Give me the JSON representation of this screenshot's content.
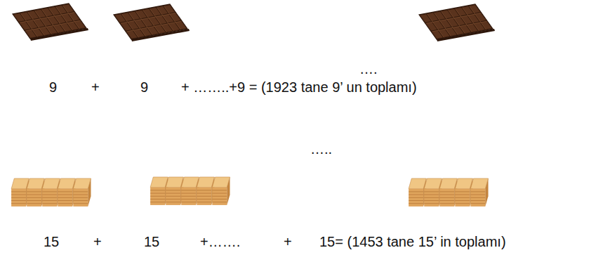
{
  "diagram": {
    "labels": [
      "….",
      "9",
      "+",
      "9",
      "+ ……..+9 = (1923 tane 9’ un toplamı)",
      "…..",
      "15",
      "+",
      "15",
      "+…….",
      "+",
      "15= (1453 tane 15’ in toplamı)"
    ]
  }
}
